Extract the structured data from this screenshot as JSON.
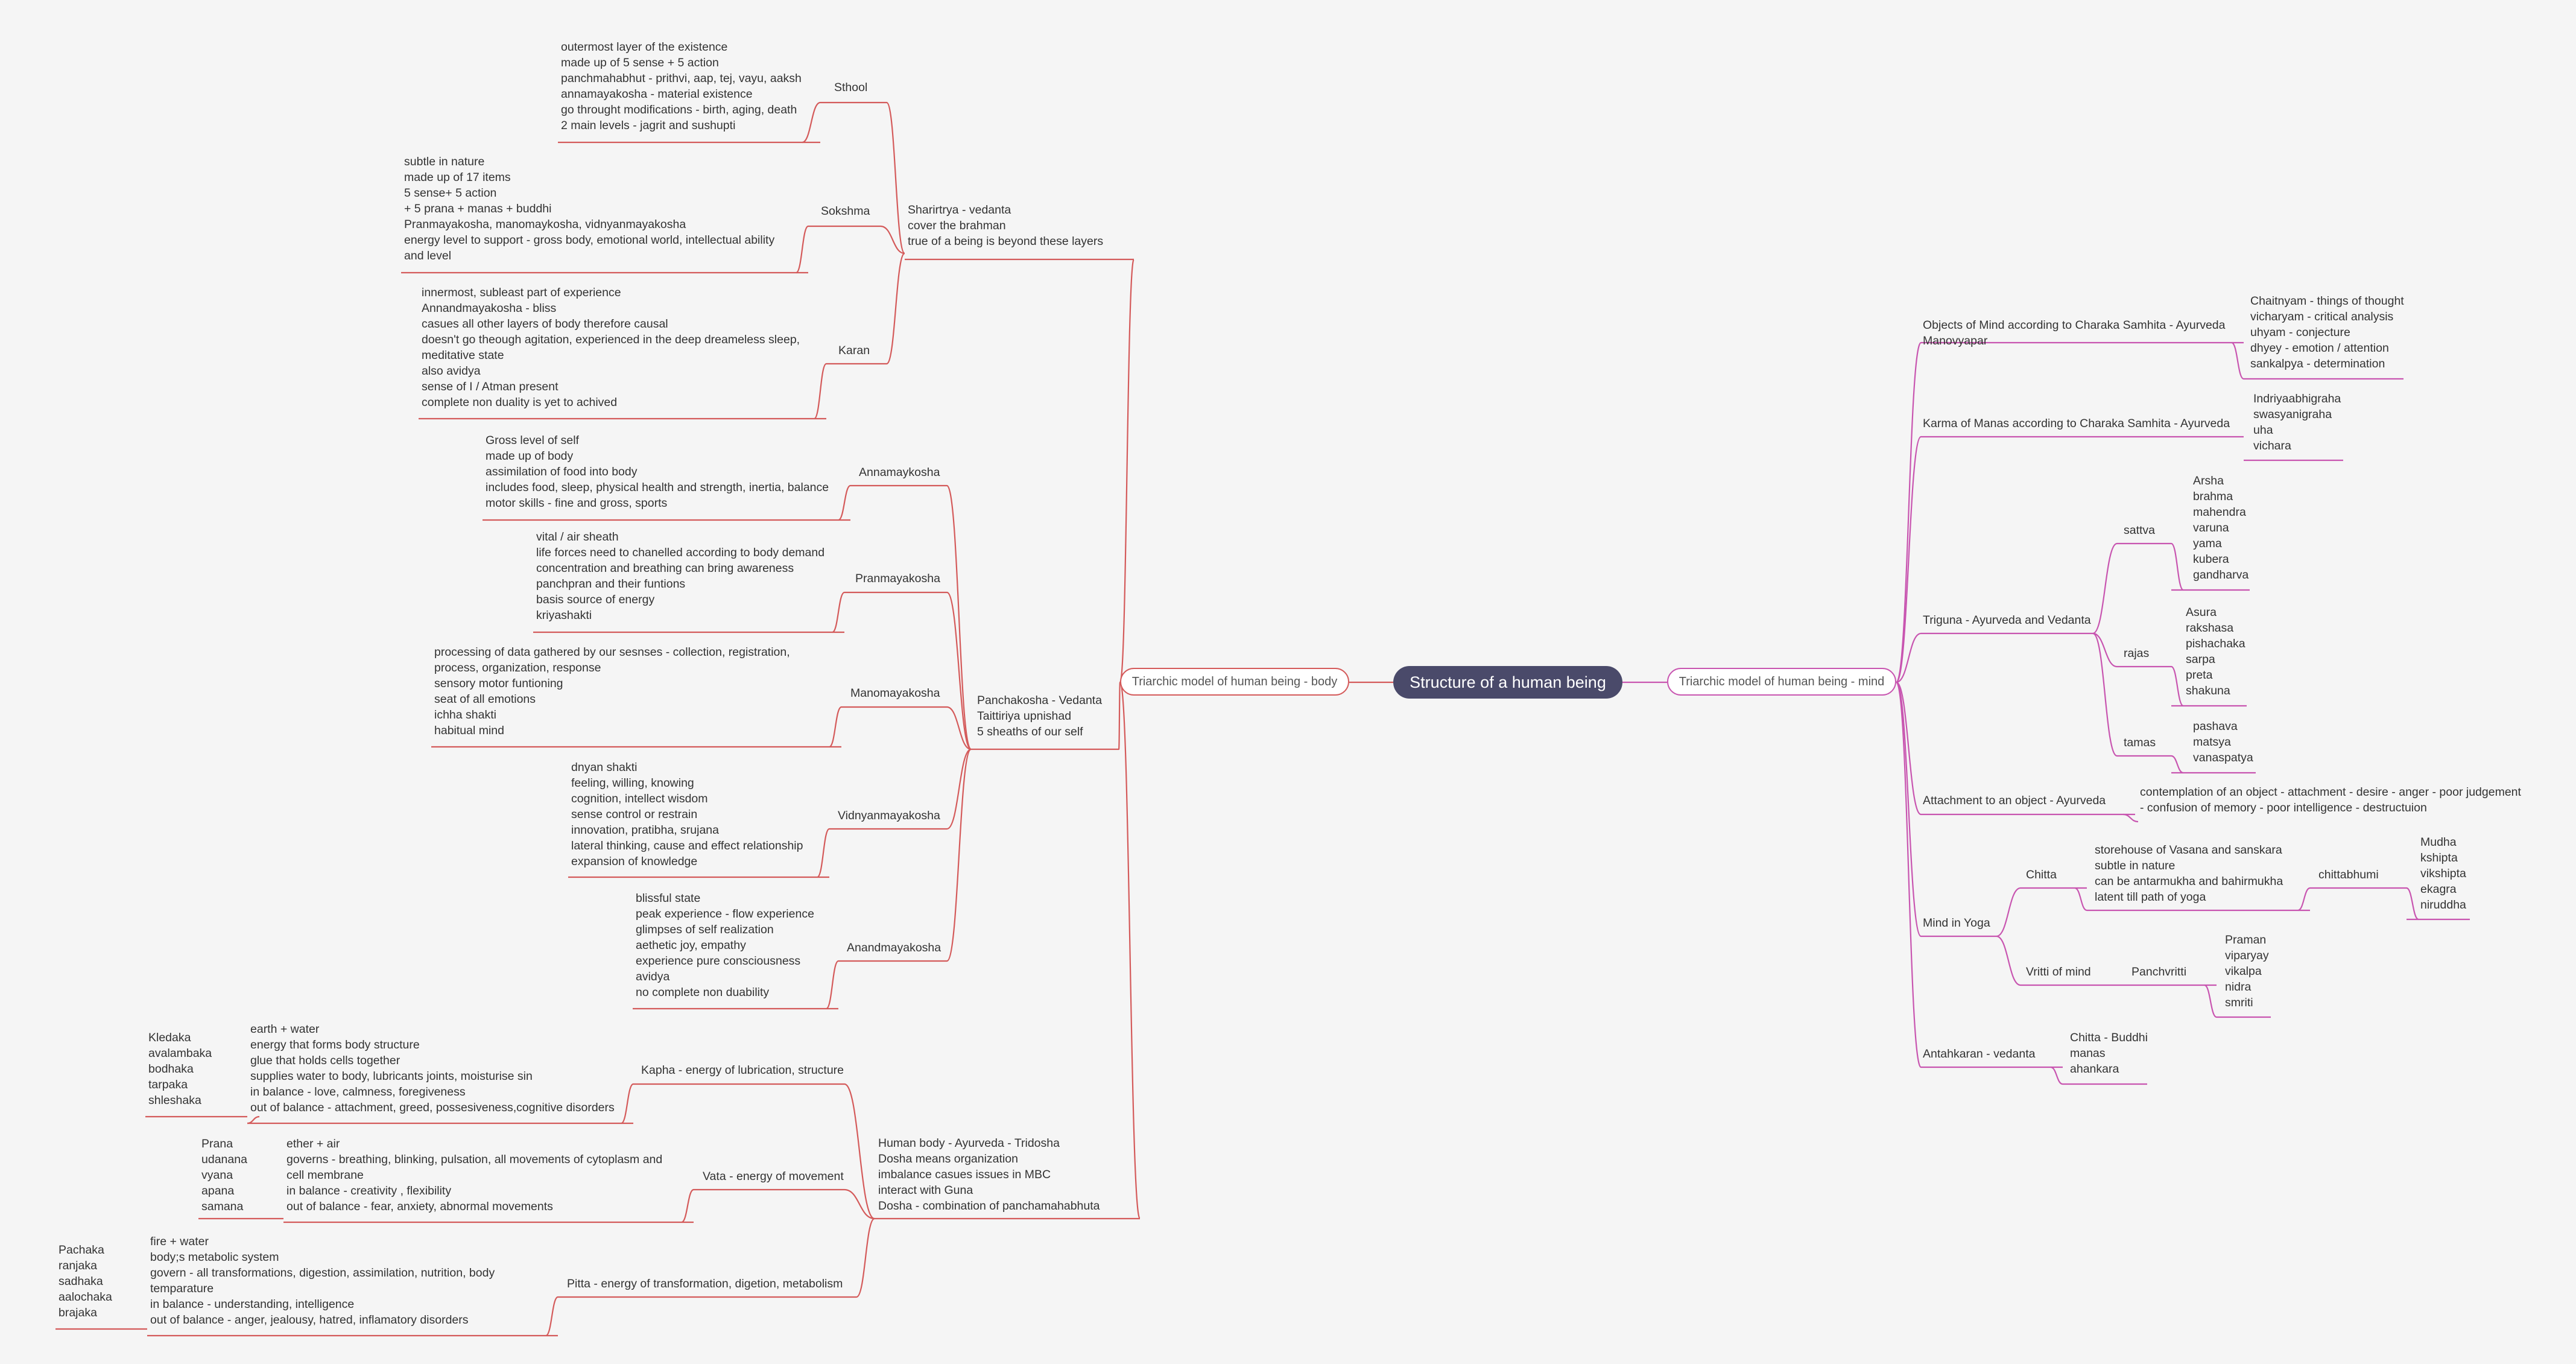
{
  "root": "Structure of a human being",
  "body_branch": {
    "label": "Triarchic model of human being - body",
    "groups": {
      "sharir": {
        "label": "Sharirtrya - vedanta\ncover the brahman\ntrue of a being is beyond these layers",
        "children": [
          {
            "label": "Sthool",
            "detail": "outermost layer of the existence\nmade up of 5 sense + 5 action\npanchmahabhut - prithvi, aap, tej, vayu, aaksh\nannamayakosha - material existence\ngo throught modifications - birth, aging, death\n2 main levels - jagrit and sushupti"
          },
          {
            "label": "Sokshma",
            "detail": "subtle in nature\nmade up of 17 items\n5 sense+ 5 action\n+ 5 prana + manas + buddhi\nPranmayakosha, manomaykosha, vidnyanmayakosha\nenergy level to support - gross body, emotional world, intellectual ability\nand level"
          },
          {
            "label": "Karan",
            "detail": "innermost, subleast part of experience\nAnnandmayakosha - bliss\ncasues all other layers of body therefore causal\ndoesn't go theough agitation, experienced in the deep dreameless sleep,\nmeditative state\nalso avidya\nsense of I / Atman present\ncomplete non duality is yet to achived"
          }
        ]
      },
      "pancha": {
        "label": "Panchakosha - Vedanta\nTaittiriya upnishad\n5 sheaths of our self",
        "children": [
          {
            "label": "Annamaykosha",
            "detail": "Gross level of self\nmade up of body\nassimilation of food into body\nincludes food, sleep, physical health and strength, inertia, balance\nmotor skills - fine and gross, sports"
          },
          {
            "label": "Pranmayakosha",
            "detail": "vital / air sheath\nlife forces need to chanelled according to body demand\nconcentration and breathing can bring awareness\npanchpran and their funtions\nbasis source of energy\nkriyashakti"
          },
          {
            "label": "Manomayakosha",
            "detail": "processing of data gathered by our sesnses - collection, registration,\nprocess, organization, response\nsensory motor funtioning\nseat of all emotions\nichha shakti\nhabitual mind"
          },
          {
            "label": "Vidnyanmayakosha",
            "detail": "dnyan shakti\nfeeling, willing, knowing\ncognition, intellect wisdom\nsense control or restrain\ninnovation, pratibha, srujana\nlateral thinking, cause and effect relationship\nexpansion of knowledge"
          },
          {
            "label": "Anandmayakosha",
            "detail": "blissful state\npeak experience - flow experience\nglimpses of self realization\naethetic joy, empathy\nexperience pure consciousness\navidya\nno complete non duability"
          }
        ]
      },
      "dosha": {
        "label": "Human body - Ayurveda - Tridosha\nDosha means organization\nimbalance casues issues in MBC\ninteract with Guna\nDosha - combination of panchamahabhuta",
        "children": [
          {
            "label": "Kapha - energy of lubrication, structure",
            "detail": "earth + water\nenergy that forms body structure\nglue that holds cells together\nsupplies water to body, lubricants joints, moisturise sin\nin balance - love, calmness, foregiveness\nout of balance - attachment, greed, possesiveness,cognitive disorders",
            "sub": "Kledaka\navalambaka\nbodhaka\ntarpaka\nshleshaka"
          },
          {
            "label": "Vata - energy of movement",
            "detail": "ether + air\ngoverns - breathing, blinking, pulsation, all movements of cytoplasm and\ncell membrane\nin balance - creativity , flexibility\nout of balance - fear, anxiety, abnormal movements",
            "sub": "Prana\nudanana\nvyana\napana\nsamana"
          },
          {
            "label": "Pitta - energy of transformation, digetion, metabolism",
            "detail": "fire + water\nbody;s metabolic system\ngovern - all transformations, digestion, assimilation, nutrition, body\ntemparature\nin balance - understanding, intelligence\nout of balance - anger, jealousy, hatred, inflamatory disorders",
            "sub": "Pachaka\nranjaka\nsadhaka\naalochaka\nbrajaka"
          }
        ]
      }
    }
  },
  "mind_branch": {
    "label": "Triarchic model of human being - mind",
    "objects": {
      "label": "Objects of Mind according to Charaka Samhita - Ayurveda\nManovyapar",
      "detail": "Chaitnyam - things of thought\nvicharyam - critical analysis\nuhyam - conjecture\ndhyey - emotion / attention\nsankalpya - determination"
    },
    "karma": {
      "label": "Karma of Manas according to Charaka Samhita - Ayurveda",
      "detail": "Indriyaabhigraha\nswasyanigraha\nuha\nvichara"
    },
    "triguna": {
      "label": "Triguna - Ayurveda and Vedanta",
      "children": [
        {
          "label": "sattva",
          "detail": "Arsha\nbrahma\nmahendra\nvaruna\nyama\nkubera\ngandharva"
        },
        {
          "label": "rajas",
          "detail": "Asura\nrakshasa\npishachaka\nsarpa\npreta\nshakuna"
        },
        {
          "label": "tamas",
          "detail": "pashava\nmatsya\nvanaspatya"
        }
      ]
    },
    "attachment": {
      "label": "Attachment to an object - Ayurveda",
      "detail": "contemplation of an object - attachment - desire - anger - poor judgement\n- confusion of memory - poor intelligence - destructuion"
    },
    "yoga": {
      "label": "Mind in Yoga",
      "chitta": {
        "label": "Chitta",
        "detail": "storehouse of Vasana and sanskara\nsubtle in nature\ncan be antarmukha and bahirmukha\nlatent till path of yoga",
        "bhumi": "chittabhumi",
        "bhumi_list": "Mudha\nkshipta\nvikshipta\nekagra\nniruddha"
      },
      "vritti": {
        "label": "Vritti of mind",
        "sub": "Panchvritti",
        "list": "Praman\nviparyay\nvikalpa\nnidra\nsmriti"
      }
    },
    "antahkaran": {
      "label": "Antahkaran - vedanta",
      "detail": "Chitta - Buddhi\nmanas\nahankara"
    }
  },
  "colors": {
    "body": "#d45a5a",
    "mind": "#c855b0",
    "root": "#4a4a6a",
    "background": "#f5f5f5"
  }
}
